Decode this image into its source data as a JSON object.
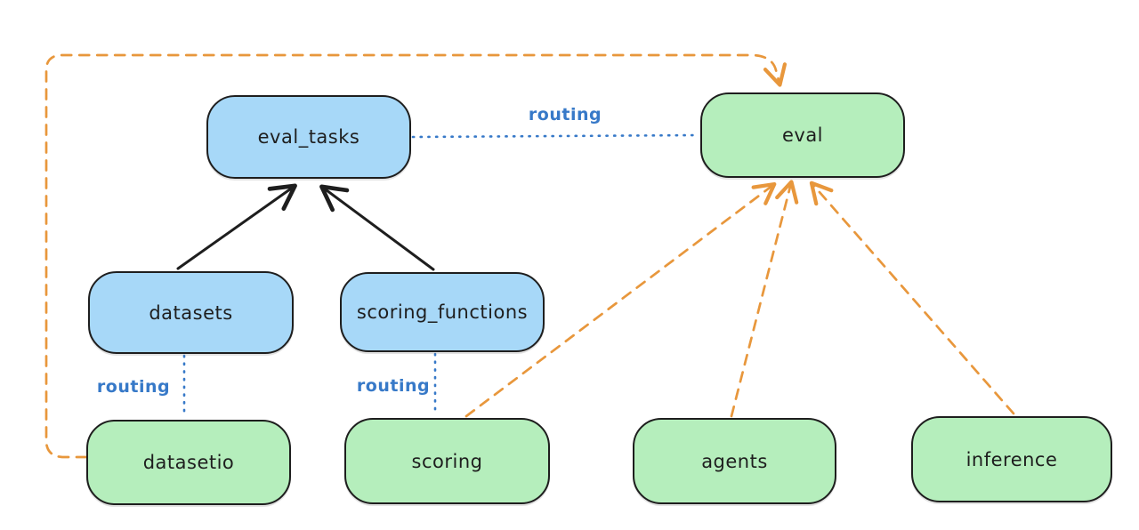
{
  "diagram": {
    "kind": "architecture-graph",
    "background": "#ffffff"
  },
  "colors": {
    "node_stroke": "#1e1e1e",
    "blue_fill": "#a7d8f8",
    "green_fill": "#b5eebc",
    "routing_blue": "#3779c8",
    "orange": "#e8973c",
    "black": "#1e1e1e"
  },
  "nodes": {
    "eval_tasks": {
      "label": "eval_tasks",
      "fill": "blue"
    },
    "eval": {
      "label": "eval",
      "fill": "green"
    },
    "datasets": {
      "label": "datasets",
      "fill": "blue"
    },
    "scoring_functions": {
      "label": "scoring_functions",
      "fill": "blue"
    },
    "datasetio": {
      "label": "datasetio",
      "fill": "green"
    },
    "scoring": {
      "label": "scoring",
      "fill": "green"
    },
    "agents": {
      "label": "agents",
      "fill": "green"
    },
    "inference": {
      "label": "inference",
      "fill": "green"
    }
  },
  "edges": [
    {
      "from": "datasets",
      "to": "eval_tasks",
      "style": "solid-black-arrow",
      "label": ""
    },
    {
      "from": "scoring_functions",
      "to": "eval_tasks",
      "style": "solid-black-arrow",
      "label": ""
    },
    {
      "from": "eval_tasks",
      "to": "eval",
      "style": "dotted-blue",
      "label": "routing"
    },
    {
      "from": "datasets",
      "to": "datasetio",
      "style": "dotted-blue",
      "label": "routing"
    },
    {
      "from": "scoring_functions",
      "to": "scoring",
      "style": "dotted-blue",
      "label": "routing"
    },
    {
      "from": "datasetio",
      "to": "eval",
      "style": "dashed-orange-arrow",
      "label": ""
    },
    {
      "from": "scoring",
      "to": "eval",
      "style": "dashed-orange-arrow",
      "label": ""
    },
    {
      "from": "agents",
      "to": "eval",
      "style": "dashed-orange-arrow",
      "label": ""
    },
    {
      "from": "inference",
      "to": "eval",
      "style": "dashed-orange-arrow",
      "label": ""
    }
  ]
}
